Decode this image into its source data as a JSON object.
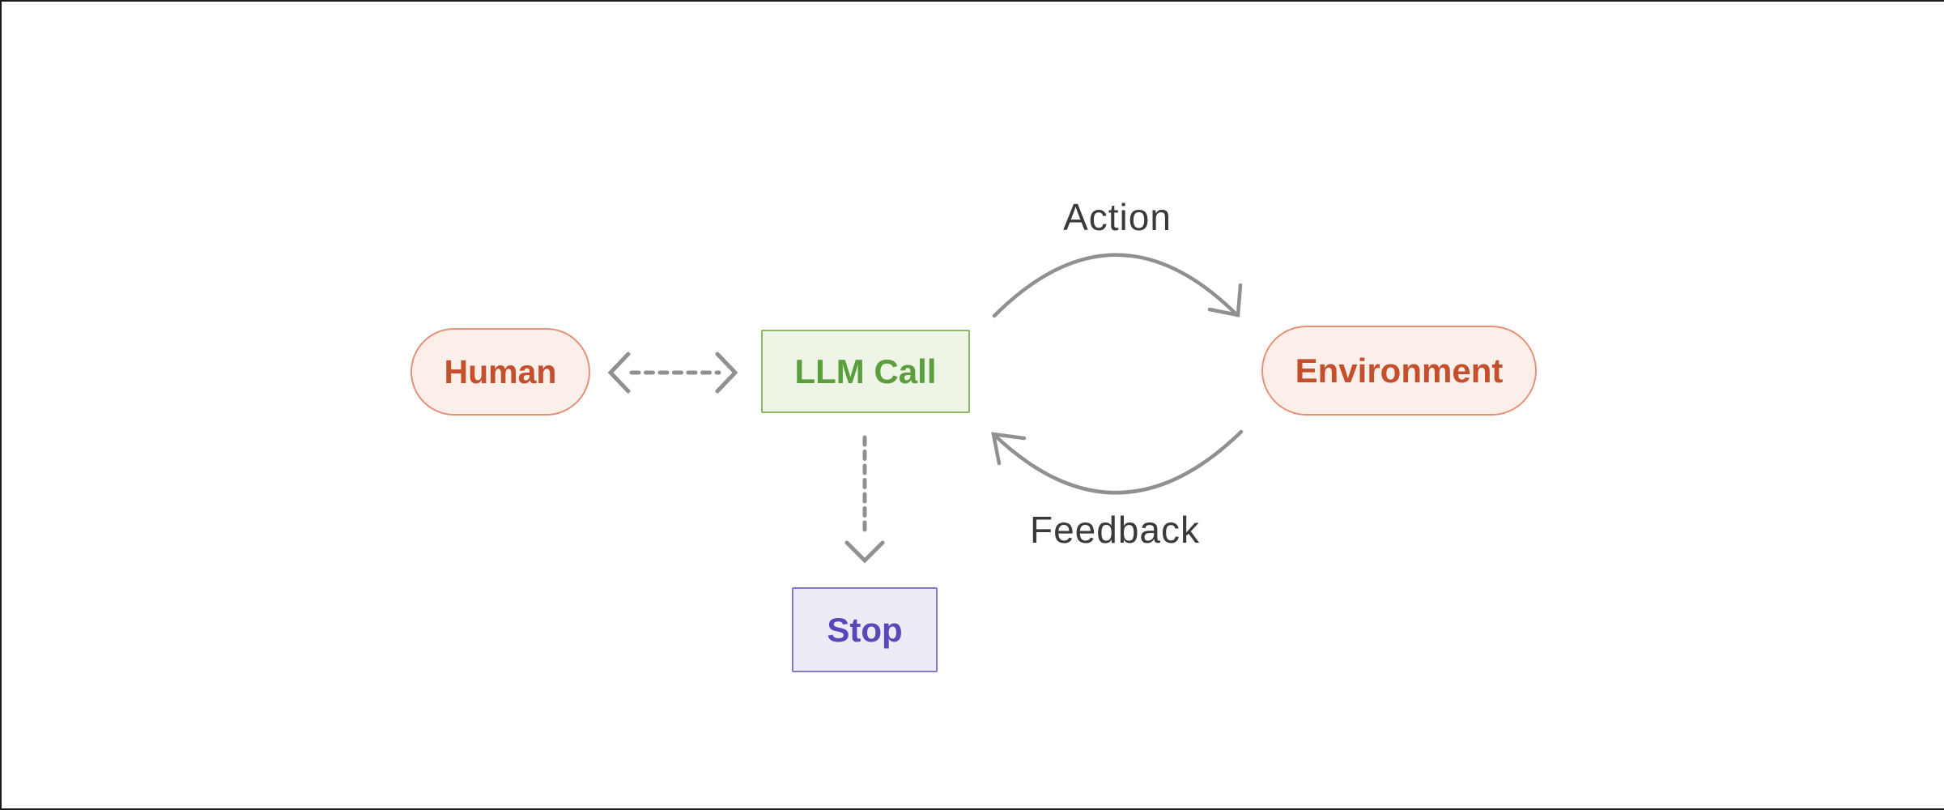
{
  "theme": {
    "background": "#ffffff",
    "frame-line": "#1a1a1a",
    "arrow": "#909090",
    "edge-label": "#3a3a3a",
    "salmon-fill": "#fceee8",
    "salmon-border": "#e69077",
    "salmon-text": "#c44f2c",
    "green-fill": "#eef4e6",
    "green-border": "#8cb660",
    "green-text": "#5a9e3d",
    "purple-fill": "#ecebf6",
    "purple-border": "#8479ca",
    "purple-text": "#5948bb"
  },
  "diagram": {
    "nodes": {
      "human": {
        "label": "Human",
        "shape": "pill"
      },
      "llm_call": {
        "label": "LLM Call",
        "shape": "rectangle"
      },
      "environment": {
        "label": "Environment",
        "shape": "pill"
      },
      "stop": {
        "label": "Stop",
        "shape": "rectangle"
      }
    },
    "edges": {
      "action": {
        "label": "Action",
        "from": "LLM Call",
        "to": "Environment",
        "style": "solid-curved-arrow"
      },
      "feedback": {
        "label": "Feedback",
        "from": "Environment",
        "to": "LLM Call",
        "style": "solid-curved-arrow"
      },
      "human_llm": {
        "from": "Human",
        "to": "LLM Call",
        "style": "dashed-double-headed-arrow"
      },
      "llm_stop": {
        "from": "LLM Call",
        "to": "Stop",
        "style": "dashed-arrow"
      }
    }
  }
}
